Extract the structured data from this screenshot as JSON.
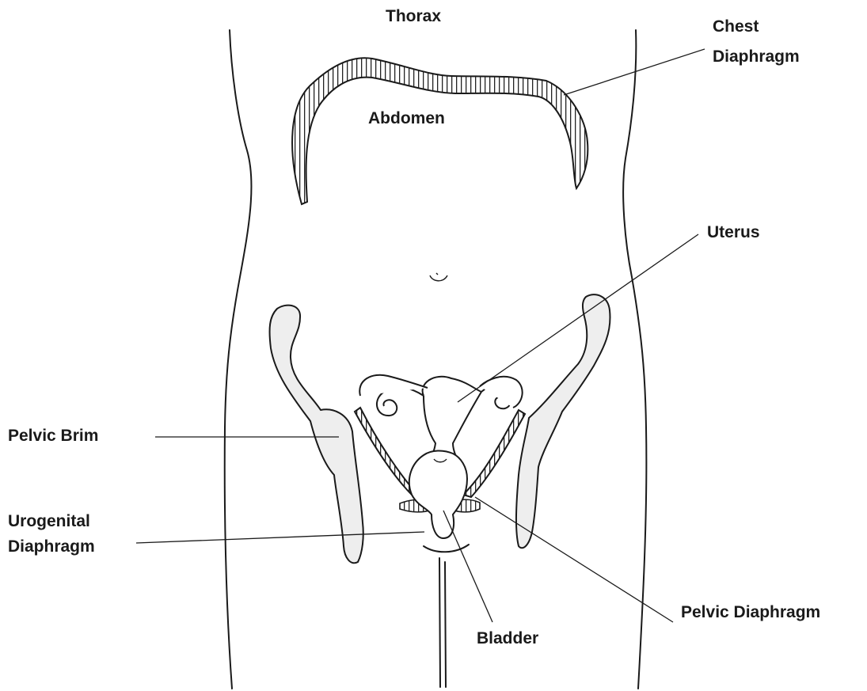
{
  "labels": {
    "thorax": "Thorax",
    "chest_diaphragm_line1": "Chest",
    "chest_diaphragm_line2": "Diaphragm",
    "abdomen": "Abdomen",
    "uterus": "Uterus",
    "pelvic_brim": "Pelvic Brim",
    "urogenital_line1": "Urogenital",
    "urogenital_line2": "Diaphragm",
    "pelvic_diaphragm": "Pelvic Diaphragm",
    "bladder": "Bladder"
  }
}
